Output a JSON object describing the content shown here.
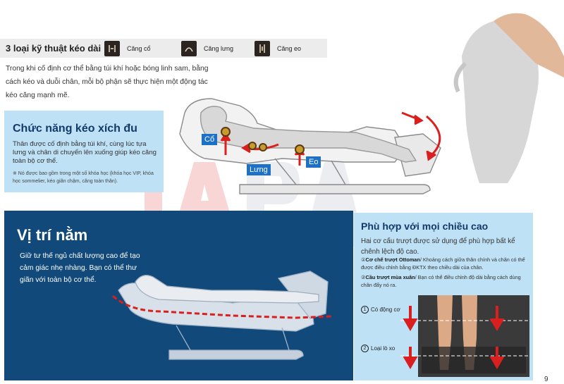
{
  "techniques": {
    "title": "3 loại kỹ thuật kéo dài",
    "items": [
      {
        "label": "Căng cổ",
        "icon": "neck-stretch-icon"
      },
      {
        "label": "Căng lưng",
        "icon": "back-stretch-icon"
      },
      {
        "label": "Căng eo",
        "icon": "waist-stretch-icon"
      }
    ]
  },
  "intro": "Trong khi cố định cơ thể bằng túi khí hoặc bóng linh sam, bằng cách kéo và duỗi chân, mỗi bộ phận sẽ thực hiện một động tác kéo căng mạnh mẽ.",
  "rocking": {
    "title": "Chức năng kéo xích đu",
    "text": "Thân được cố định bằng túi khí, cùng lúc tựa lưng và chân di chuyển lên xuống giúp kéo căng toàn bộ cơ thể.",
    "note": "※ Nó được bao gồm trong một số khóa học (khóa học VIP, khóa học sommelier, kéo giãn chậm, căng toàn thân)."
  },
  "body_tags": {
    "neck": "Cổ",
    "back": "Lưng",
    "waist": "Eo"
  },
  "lying": {
    "title": "Vị trí nằm",
    "text": "Giữ tư thế ngủ chất lượng cao để tạo cảm giác nhẹ nhàng. Bạn có thể thư giãn với toàn bộ cơ thể."
  },
  "fit": {
    "title": "Phù hợp với mọi chiều cao",
    "text": "Hai cơ cấu trượt được sử dụng để phù hợp bất kể chênh lệch độ cao.",
    "point1_num": "①",
    "point1_head": "Cơ chế trượt Ottoman",
    "point1_body": "/ Khoảng cách giữa thân chính và chân có thể được điều chỉnh bằng ĐKTX theo chiều dài của chân.",
    "point2_num": "②",
    "point2_head": "Cầu trượt mùa xuân",
    "point2_body": "/ Bạn có thể điều chỉnh độ dài bằng cách dùng chân đẩy nó ra.",
    "label1": "Có động cơ",
    "label2": "Loại lò xo"
  },
  "page_number": "9",
  "colors": {
    "navy": "#10497a",
    "light_blue": "#bfe1f6",
    "arrow_red": "#d9201f",
    "tag_blue": "#1d70c8"
  }
}
